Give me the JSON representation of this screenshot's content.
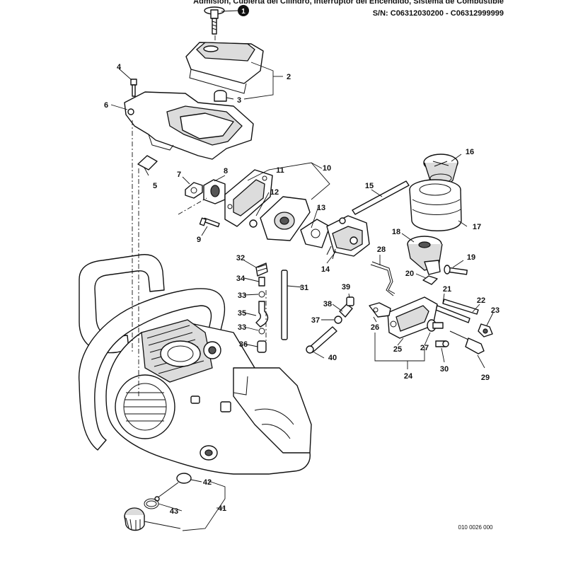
{
  "header": {
    "line1": "Admisión, Cubierta del Cilindro, Interruptor del Encendido, Sistema de Combustible",
    "line2": "S/N: C06312030200 - C06312999999"
  },
  "callout": "1",
  "parts": [
    "2",
    "3",
    "4",
    "5",
    "6",
    "7",
    "8",
    "9",
    "10",
    "11",
    "12",
    "13",
    "14",
    "15",
    "16",
    "17",
    "18",
    "19",
    "20",
    "21",
    "22",
    "23",
    "24",
    "25",
    "26",
    "27",
    "28",
    "29",
    "30",
    "31",
    "32",
    "33",
    "33",
    "34",
    "35",
    "36",
    "37",
    "38",
    "39",
    "40",
    "41",
    "42",
    "43"
  ],
  "doc_id": "010 0026 000"
}
